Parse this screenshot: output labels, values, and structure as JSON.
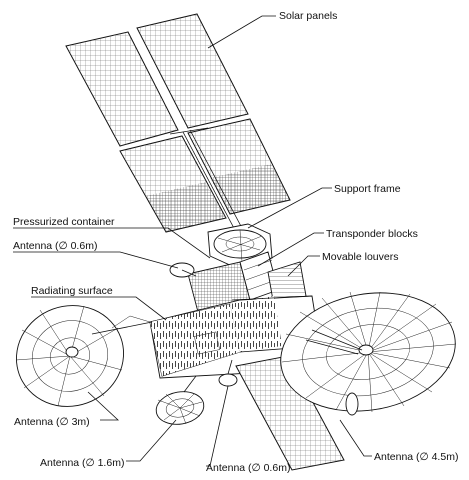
{
  "labels": {
    "solar_panels": "Solar panels",
    "support_frame": "Support frame",
    "pressurized_container": "Pressurized container",
    "transponder_blocks": "Transponder blocks",
    "antenna_06_top": "Antenna (∅ 0.6m)",
    "movable_louvers": "Movable louvers",
    "radiating_surface": "Radiating surface",
    "antenna_3m": "Antenna (∅ 3m)",
    "antenna_16m": "Antenna (∅ 1.6m)",
    "antenna_06_bottom": "Antenna (∅ 0.6m)",
    "antenna_45m": "Antenna (∅ 4.5m)"
  }
}
